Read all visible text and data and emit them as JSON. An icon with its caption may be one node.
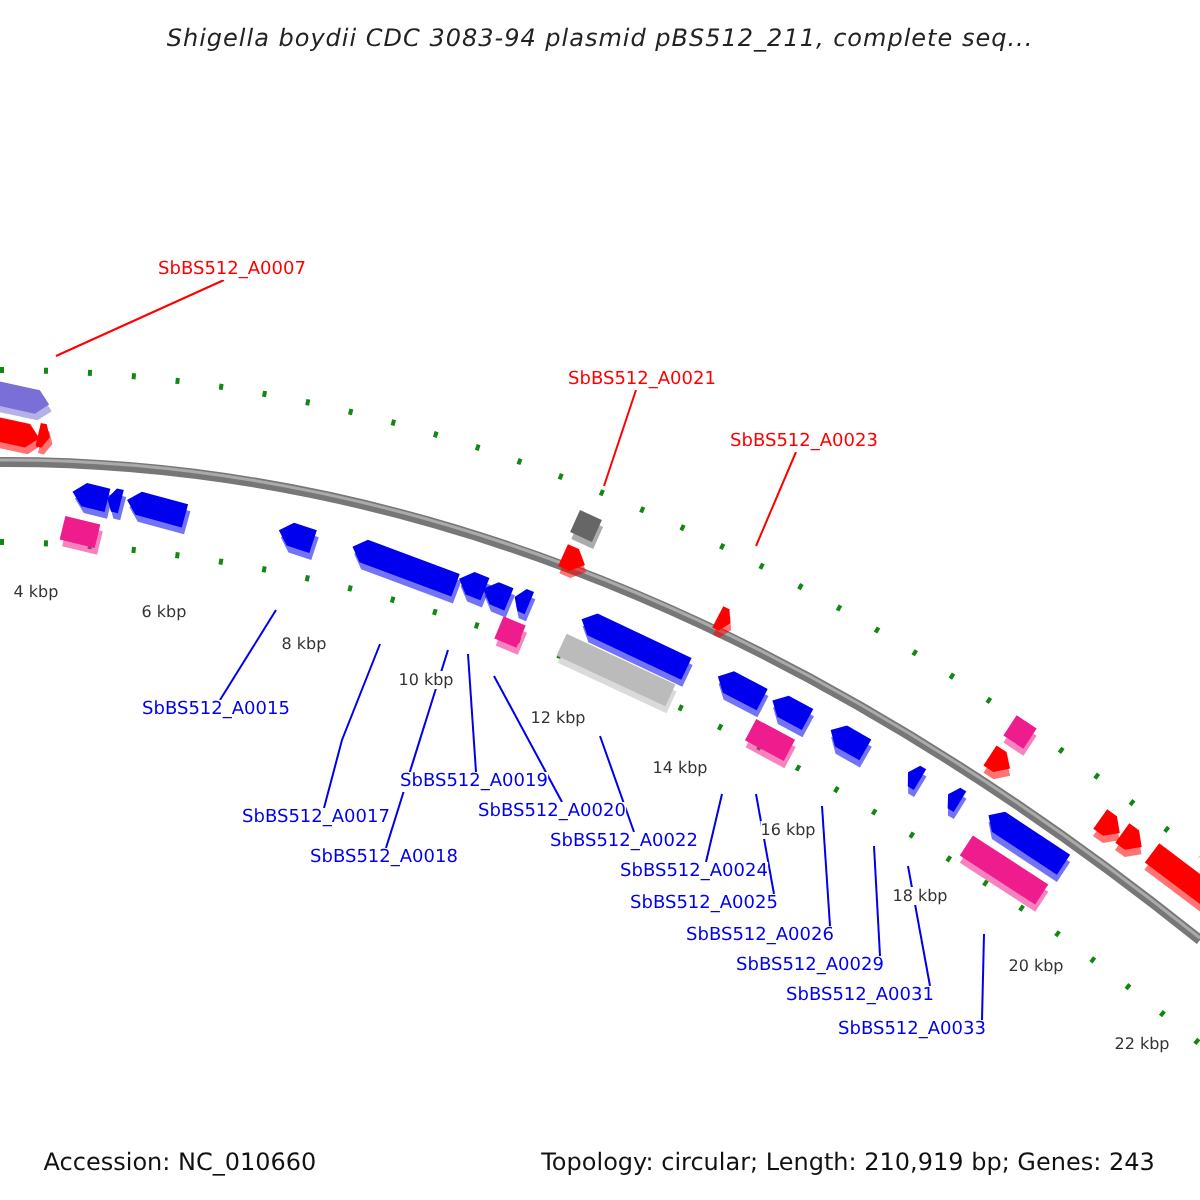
{
  "diagram": {
    "title": "Shigella boydii CDC 3083-94 plasmid pBS512_211, complete seq...",
    "nodes": [
      {
        "text": [
          "SbBS512_A0007"
        ]
      },
      {
        "text": [
          "SbBS512_A0021"
        ]
      },
      {
        "text": [
          "SbBS512_A0023"
        ]
      },
      {
        "text": [
          "SbBS512_A0015"
        ]
      },
      {
        "text": [
          "SbBS512_A0017"
        ]
      },
      {
        "text": [
          "SbBS512_A0018"
        ]
      },
      {
        "text": [
          "SbBS512_A0019"
        ]
      },
      {
        "text": [
          "SbBS512_A0020"
        ]
      },
      {
        "text": [
          "SbBS512_A0022"
        ]
      },
      {
        "text": [
          "SbBS512_A0024"
        ]
      },
      {
        "text": [
          "SbBS512_A0025"
        ]
      },
      {
        "text": [
          "SbBS512_A0026"
        ]
      },
      {
        "text": [
          "SbBS512_A0029"
        ]
      },
      {
        "text": [
          "SbBS512_A0031"
        ]
      },
      {
        "text": [
          "SbBS512_A0033"
        ]
      }
    ],
    "edges": [
      {
        "from": 0,
        "to": null,
        "arrow": "none",
        "color": "#ff0000"
      },
      {
        "from": 1,
        "to": null,
        "arrow": "none",
        "color": "#ff0000"
      },
      {
        "from": 2,
        "to": null,
        "arrow": "none",
        "color": "#ff0000"
      },
      {
        "from": 3,
        "to": null,
        "arrow": "none"
      },
      {
        "from": 4,
        "to": null,
        "arrow": "none"
      },
      {
        "from": 5,
        "to": null,
        "arrow": "none"
      },
      {
        "from": 6,
        "to": null,
        "arrow": "none"
      },
      {
        "from": 7,
        "to": null,
        "arrow": "none"
      },
      {
        "from": 8,
        "to": null,
        "arrow": "none"
      },
      {
        "from": 9,
        "to": null,
        "arrow": "none"
      },
      {
        "from": 10,
        "to": null,
        "arrow": "none"
      },
      {
        "from": 11,
        "to": null,
        "arrow": "none"
      },
      {
        "from": 12,
        "to": null,
        "arrow": "none"
      },
      {
        "from": 13,
        "to": null,
        "arrow": "none"
      },
      {
        "from": 14,
        "to": null,
        "arrow": "none"
      }
    ],
    "labels": [
      "4 kbp",
      "6 kbp",
      "8 kbp",
      "10 kbp",
      "12 kbp",
      "14 kbp",
      "16 kbp",
      "18 kbp",
      "20 kbp",
      "22 kbp",
      "Accession: NC_010660",
      "Topology: circular; Length: 210,919 bp; Genes: 243"
    ]
  }
}
